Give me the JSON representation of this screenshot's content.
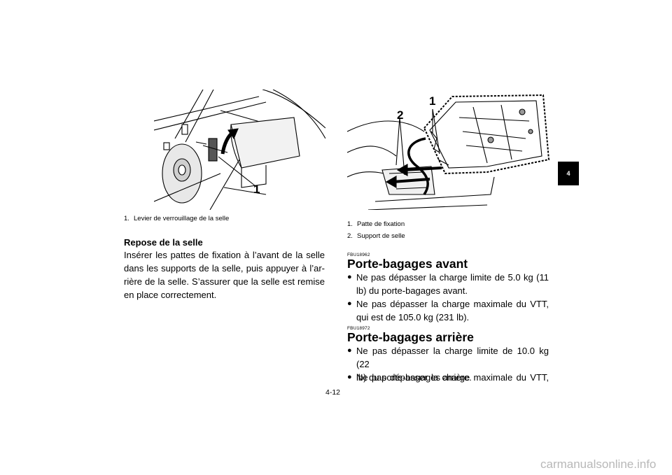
{
  "left": {
    "figure": {
      "callout": "1"
    },
    "caption": {
      "num": "1.",
      "text": "Levier de verrouillage de la selle"
    },
    "section_title": "Repose de la selle",
    "paragraph_lines": [
      "Insérer les pattes de fixation à l’avant de la selle",
      "dans les supports de la selle, puis appuyer à l’ar-",
      "rière de la selle. S’assurer que la selle est remise",
      "en place correctement."
    ]
  },
  "right": {
    "figure": {
      "callout_1": "1",
      "callout_2": "2"
    },
    "captions": [
      {
        "num": "1.",
        "text": "Patte de fixation"
      },
      {
        "num": "2.",
        "text": "Support de selle"
      }
    ],
    "sections": [
      {
        "code": "FBU18962",
        "title": "Porte-bagages avant",
        "bullets": [
          [
            "Ne pas dépasser la charge limite de 5.0 kg (11",
            "lb) du porte-bagages avant."
          ],
          [
            "Ne pas dépasser la charge maximale du VTT,",
            "qui est de 105.0 kg (231 lb)."
          ]
        ]
      },
      {
        "code": "FBU18972",
        "title": "Porte-bagages arrière",
        "bullets": [
          [
            "Ne pas dépasser la charge limite de 10.0 kg (22",
            "lb) du porte-bagages arrière."
          ],
          [
            "Ne pas dépasser la charge maximale du VTT,"
          ]
        ]
      }
    ]
  },
  "chapter_tab": "4",
  "page_number": "4-12",
  "watermark": "carmanualsonline.info"
}
